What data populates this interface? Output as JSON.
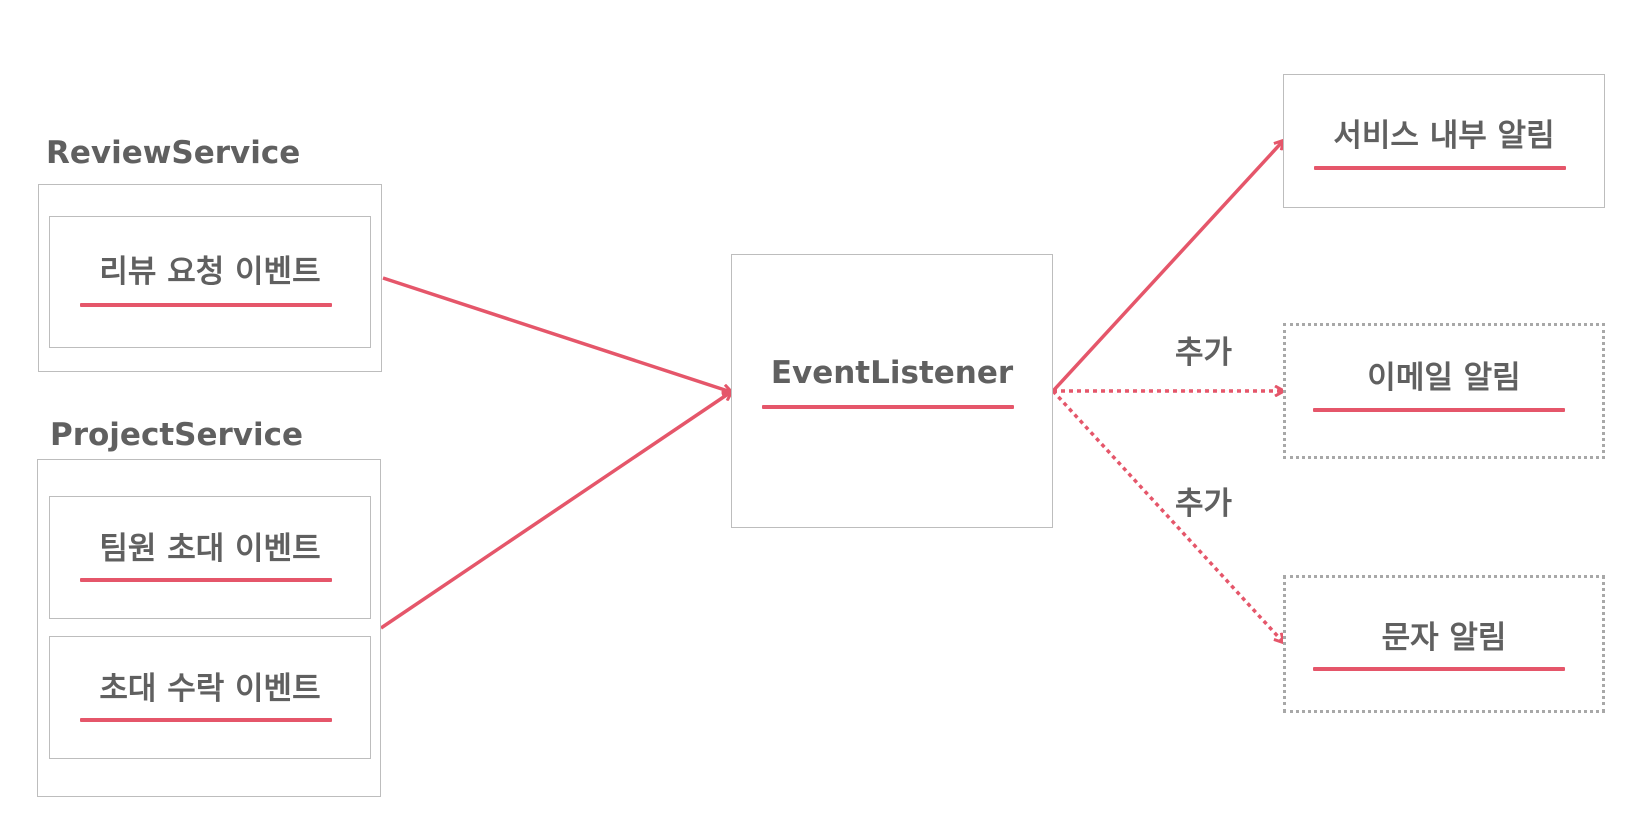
{
  "services": [
    {
      "title": "ReviewService",
      "events": [
        "리뷰 요청 이벤트"
      ]
    },
    {
      "title": "ProjectService",
      "events": [
        "팀원 초대 이벤트",
        "초대 수락 이벤트"
      ]
    }
  ],
  "listener": {
    "label": "EventListener"
  },
  "targets": [
    {
      "label": "서비스 내부 알림",
      "style": "solid"
    },
    {
      "label": "이메일 알림",
      "style": "dashed",
      "connector_label": "추가"
    },
    {
      "label": "문자 알림",
      "style": "dashed",
      "connector_label": "추가"
    }
  ],
  "colors": {
    "accent": "#e5566a",
    "border": "#bdbdbd",
    "dashed_border": "#a8a8a8",
    "text": "#606060"
  }
}
